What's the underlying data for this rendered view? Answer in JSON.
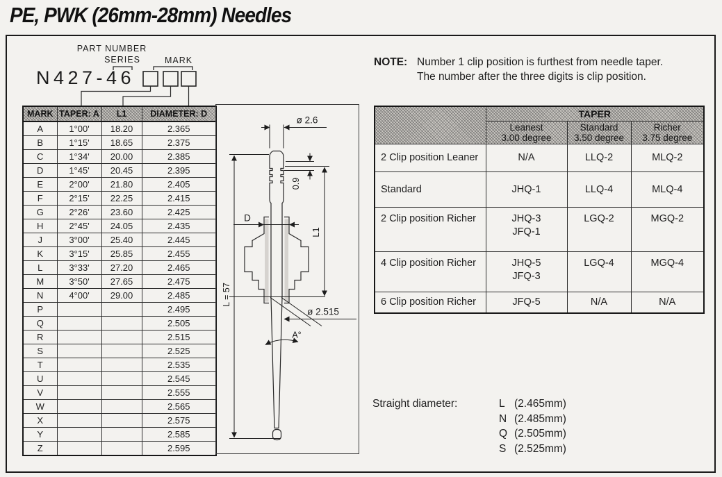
{
  "title": "PE, PWK (26mm-28mm) Needles",
  "part_number": {
    "label_top": "PART NUMBER",
    "label_series": "SERIES",
    "label_mark": "MARK",
    "code": "N427-46"
  },
  "note": {
    "label": "NOTE:",
    "line1": "Number 1 clip position is furthest from needle taper.",
    "line2": "The number after the three digits is clip position."
  },
  "needle_table": {
    "headers": [
      "MARK",
      "TAPER: A",
      "L1",
      "DIAMETER: D"
    ],
    "rows": [
      [
        "A",
        "1°00'",
        "18.20",
        "2.365"
      ],
      [
        "B",
        "1°15'",
        "18.65",
        "2.375"
      ],
      [
        "C",
        "1°34'",
        "20.00",
        "2.385"
      ],
      [
        "D",
        "1°45'",
        "20.45",
        "2.395"
      ],
      [
        "E",
        "2°00'",
        "21.80",
        "2.405"
      ],
      [
        "F",
        "2°15'",
        "22.25",
        "2.415"
      ],
      [
        "G",
        "2°26'",
        "23.60",
        "2.425"
      ],
      [
        "H",
        "2°45'",
        "24.05",
        "2.435"
      ],
      [
        "J",
        "3°00'",
        "25.40",
        "2.445"
      ],
      [
        "K",
        "3°15'",
        "25.85",
        "2.455"
      ],
      [
        "L",
        "3°33'",
        "27.20",
        "2.465"
      ],
      [
        "M",
        "3°50'",
        "27.65",
        "2.475"
      ],
      [
        "N",
        "4°00'",
        "29.00",
        "2.485"
      ],
      [
        "P",
        "",
        "",
        "2.495"
      ],
      [
        "Q",
        "",
        "",
        "2.505"
      ],
      [
        "R",
        "",
        "",
        "2.515"
      ],
      [
        "S",
        "",
        "",
        "2.525"
      ],
      [
        "T",
        "",
        "",
        "2.535"
      ],
      [
        "U",
        "",
        "",
        "2.545"
      ],
      [
        "V",
        "",
        "",
        "2.555"
      ],
      [
        "W",
        "",
        "",
        "2.565"
      ],
      [
        "X",
        "",
        "",
        "2.575"
      ],
      [
        "Y",
        "",
        "",
        "2.585"
      ],
      [
        "Z",
        "",
        "",
        "2.595"
      ]
    ]
  },
  "taper_table": {
    "title": "TAPER",
    "col_headers": [
      {
        "line1": "Leanest",
        "line2": "3.00 degree"
      },
      {
        "line1": "Standard",
        "line2": "3.50 degree"
      },
      {
        "line1": "Richer",
        "line2": "3.75 degree"
      }
    ],
    "rows": [
      {
        "label": "2 Clip position Leaner",
        "leanest": [
          "N/A"
        ],
        "standard": [
          "LLQ-2"
        ],
        "richer": [
          "MLQ-2"
        ]
      },
      {
        "label": "Standard",
        "leanest": [
          "JHQ-1"
        ],
        "standard": [
          "LLQ-4"
        ],
        "richer": [
          "MLQ-4"
        ]
      },
      {
        "label": "2 Clip position Richer",
        "leanest": [
          "JHQ-3",
          "JFQ-1"
        ],
        "standard": [
          "LGQ-2"
        ],
        "richer": [
          "MGQ-2"
        ]
      },
      {
        "label": "4 Clip position Richer",
        "leanest": [
          "JHQ-5",
          "JFQ-3"
        ],
        "standard": [
          "LGQ-4"
        ],
        "richer": [
          "MGQ-4"
        ]
      },
      {
        "label": "6 Clip position Richer",
        "leanest": [
          "JFQ-5"
        ],
        "standard": [
          "N/A"
        ],
        "richer": [
          "N/A"
        ]
      }
    ]
  },
  "straight_diameter": {
    "label": "Straight diameter:",
    "items": [
      [
        "L",
        "(2.465mm)"
      ],
      [
        "N",
        "(2.485mm)"
      ],
      [
        "Q",
        "(2.505mm)"
      ],
      [
        "S",
        "(2.525mm)"
      ]
    ]
  },
  "diagram": {
    "dim_top_diameter": "ø 2.6",
    "dim_groove_pitch": "0.9",
    "dim_l1": "L1",
    "dim_d": "D",
    "dim_length": "L = 57",
    "dim_taper_diameter": "ø 2.515",
    "dim_angle": "A°"
  },
  "colors": {
    "paper": "#f3f2ef",
    "ink": "#1e1e1e",
    "hatch_bg": "#cbc8c3"
  }
}
